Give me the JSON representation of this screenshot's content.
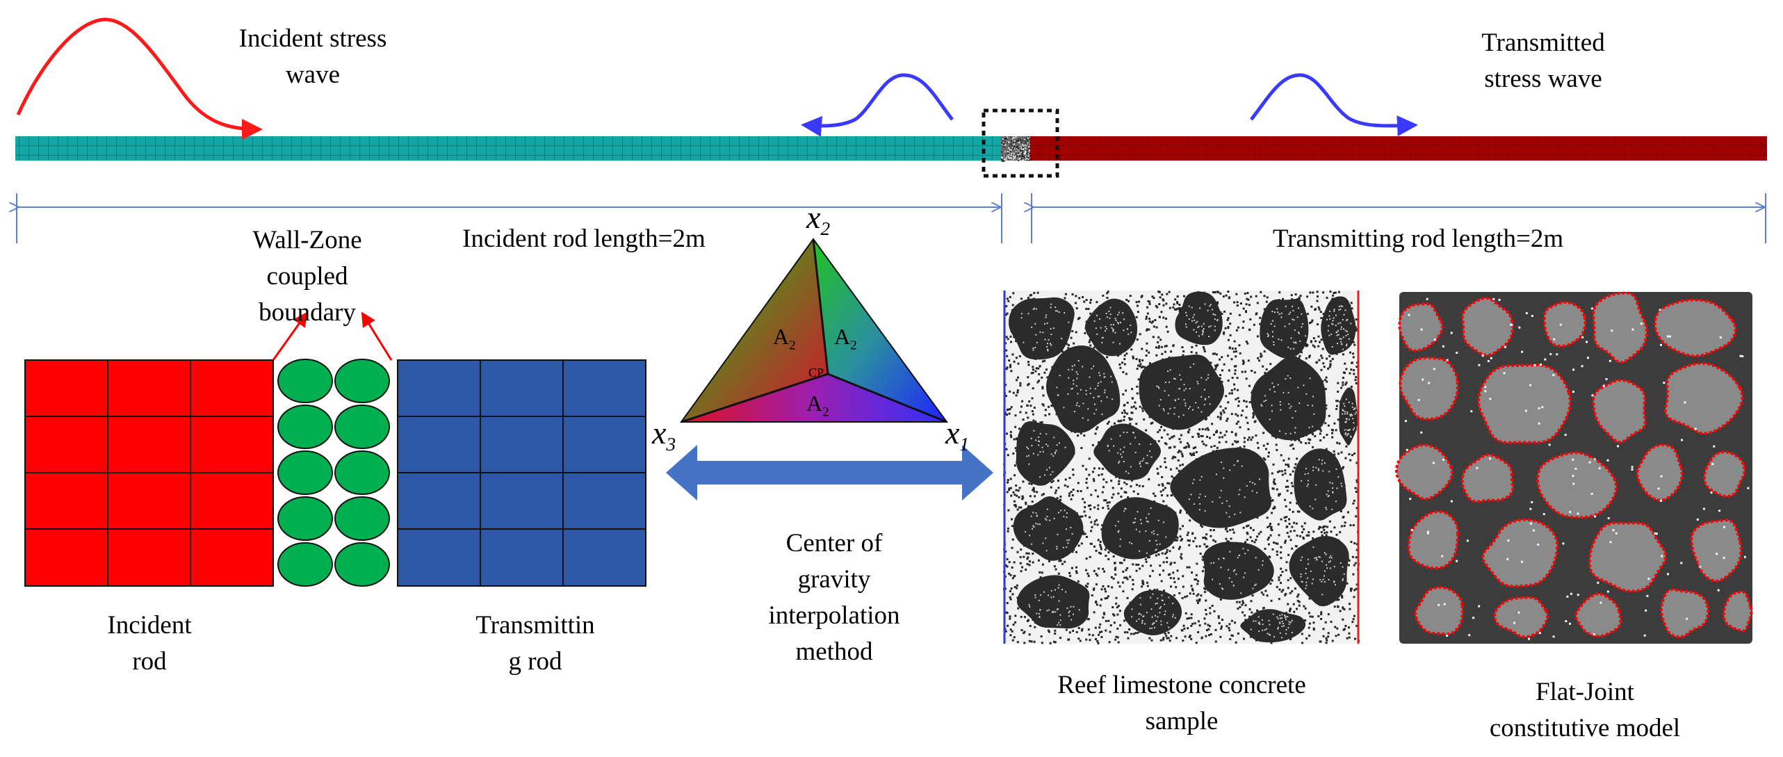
{
  "labels": {
    "incident_wave": [
      "Incident stress",
      "wave"
    ],
    "transmitted_wave": [
      "Transmitted",
      "stress wave"
    ],
    "incident_length": "Incident rod length=2m",
    "transmitting_length": "Transmitting rod length=2m",
    "wall_zone": [
      "Wall-Zone",
      "coupled",
      "boundary"
    ],
    "incident_rod": [
      "Incident",
      "rod"
    ],
    "transmitting_rod": [
      "Transmittin",
      "g rod"
    ],
    "cog_method": [
      "Center of",
      "gravity",
      "interpolation",
      "method"
    ],
    "reef_sample": [
      "Reef limestone concrete",
      "sample"
    ],
    "flat_joint": [
      "Flat-Joint",
      "constitutive model"
    ]
  },
  "triangle": {
    "vertices": {
      "top": "x",
      "top_sub": "2",
      "left": "x",
      "left_sub": "3",
      "right": "x",
      "right_sub": "1"
    },
    "areas": {
      "a": "A",
      "a_sub": "2"
    },
    "center": "CP"
  },
  "colors": {
    "incident_rod_bar": "#14a5a5",
    "transmitting_rod_bar": "#a00000",
    "incident_wave_arrow": "#ff1a1a",
    "reflected_wave_arrow": "#3a3aff",
    "dimension_line": "#5b7fd6",
    "incident_block": "#ff0000",
    "particles": "#00b050",
    "transmitting_block": "#2e57a8",
    "double_arrow": "#4472c4",
    "flat_joint_bg": "#3c3c3c",
    "aggregate": "#8a8a8a",
    "boundary": "#ff0000"
  }
}
